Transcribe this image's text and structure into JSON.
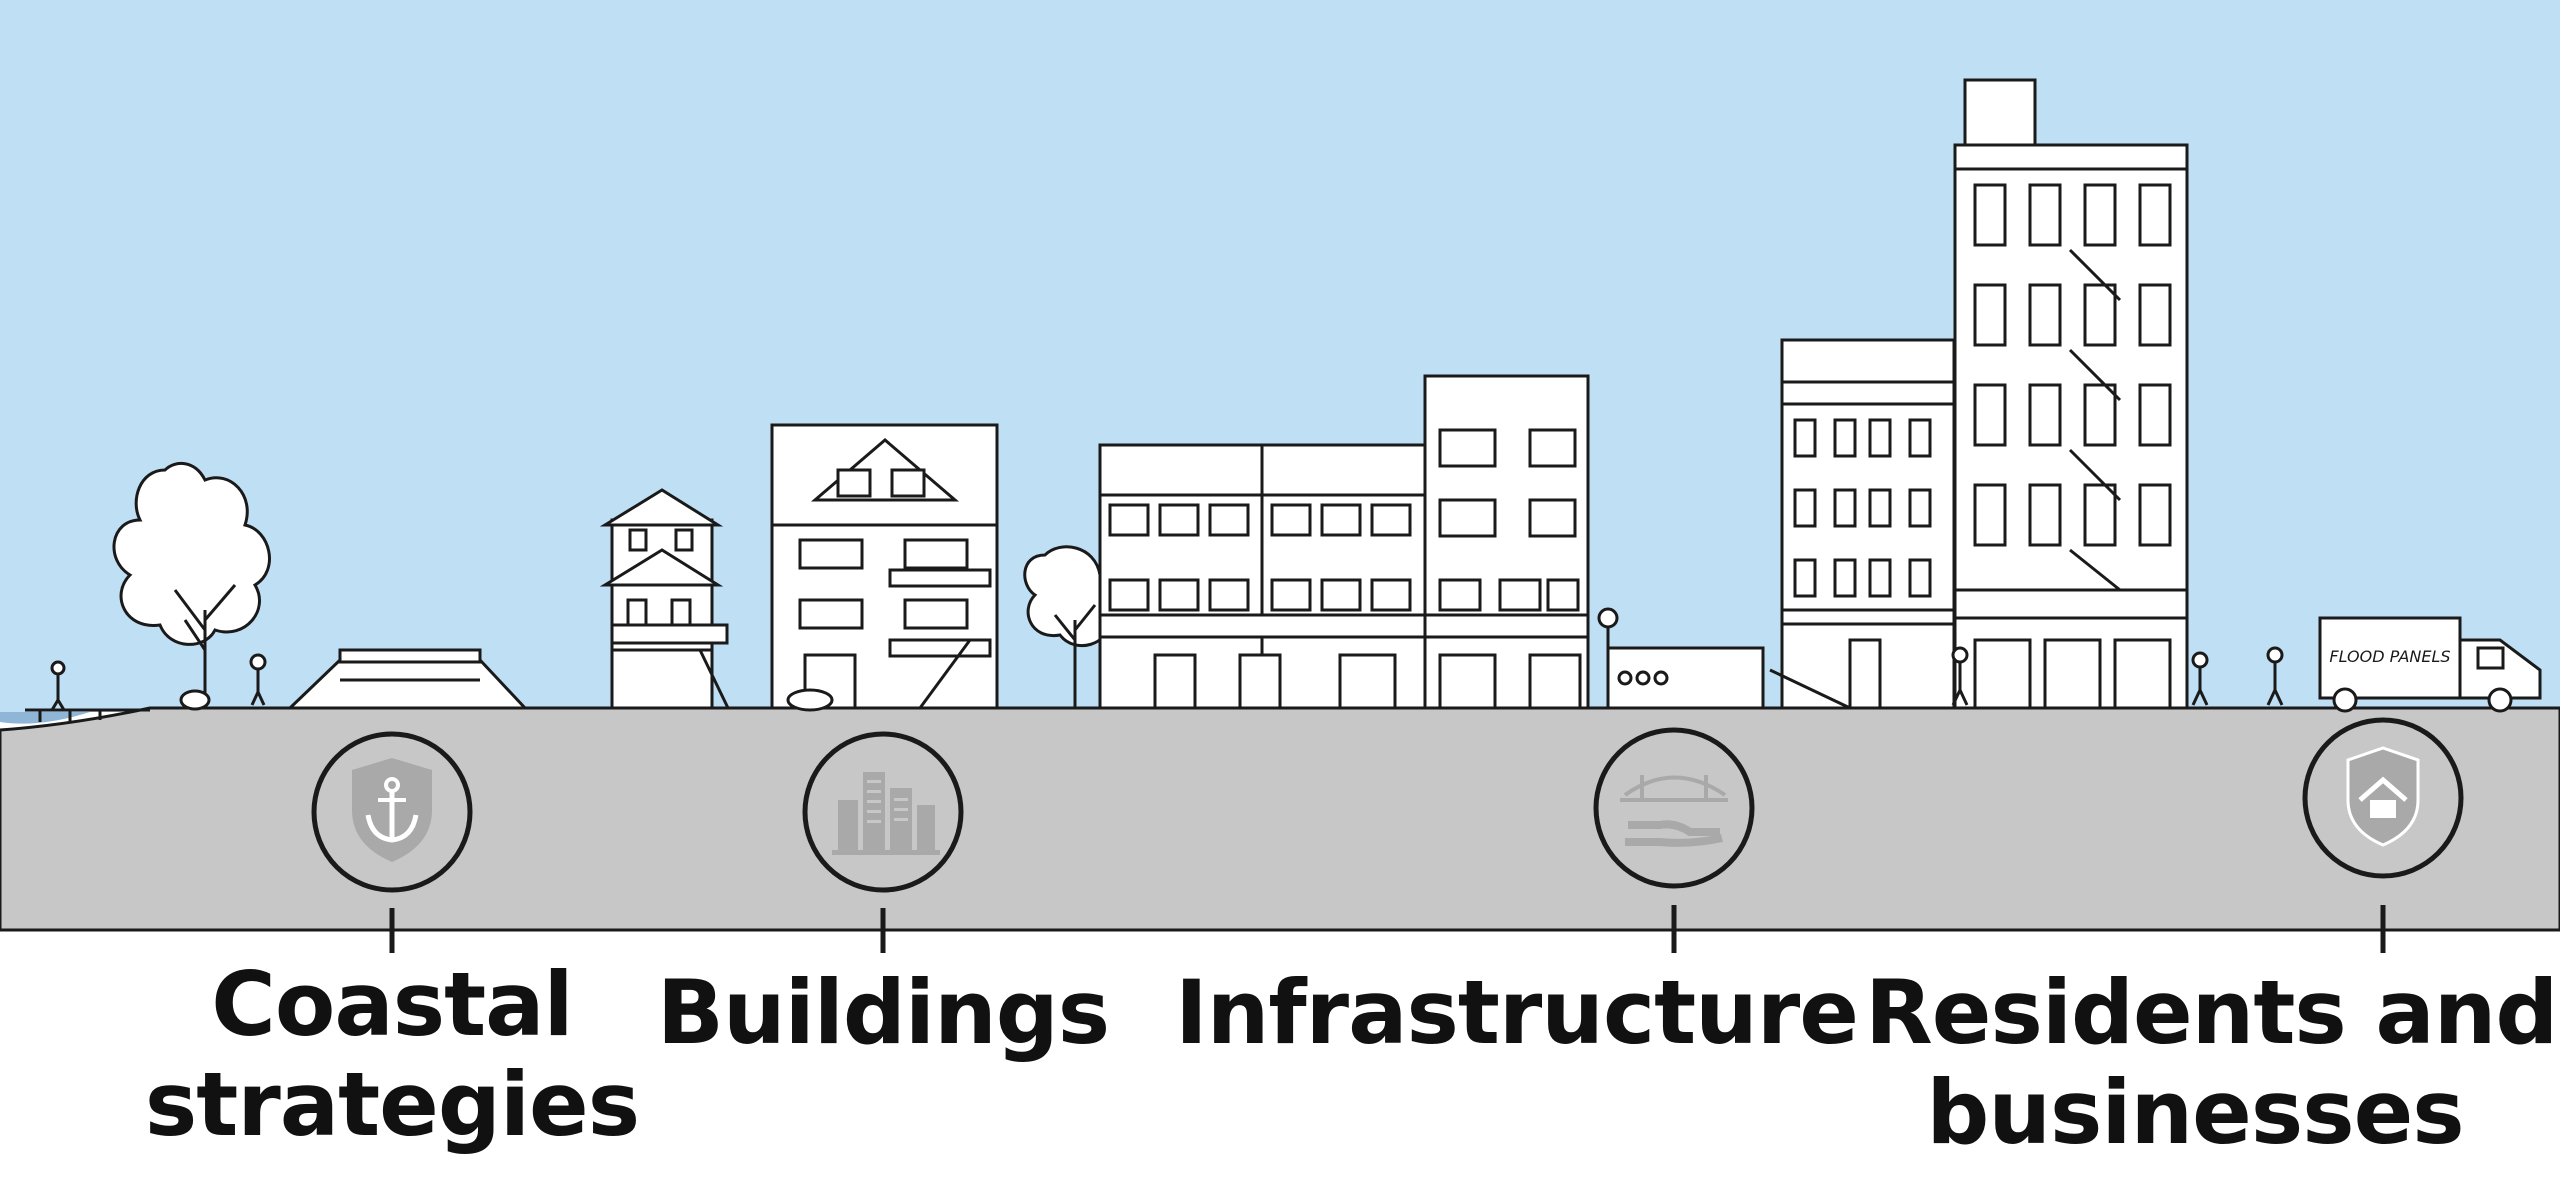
{
  "colors": {
    "sky": "#bfdff5",
    "ground": "#c7c7c7",
    "ink": "#1a1a1a",
    "icon_fill": "#a9a9a9",
    "building_fill": "#ffffff",
    "water": "#8fb6d6"
  },
  "categories": [
    {
      "id": "coastal",
      "icon": "anchor-shield-icon",
      "lines": [
        "Coastal",
        "strategies"
      ]
    },
    {
      "id": "buildings",
      "icon": "buildings-icon",
      "lines": [
        "Buildings",
        ""
      ]
    },
    {
      "id": "infrastructure",
      "icon": "bridge-hand-icon",
      "lines": [
        "Infrastructure",
        ""
      ]
    },
    {
      "id": "residents",
      "icon": "house-shield-icon",
      "lines": [
        "Residents and",
        "businesses"
      ]
    }
  ],
  "truck": {
    "sign": "FLOOD PANELS"
  }
}
